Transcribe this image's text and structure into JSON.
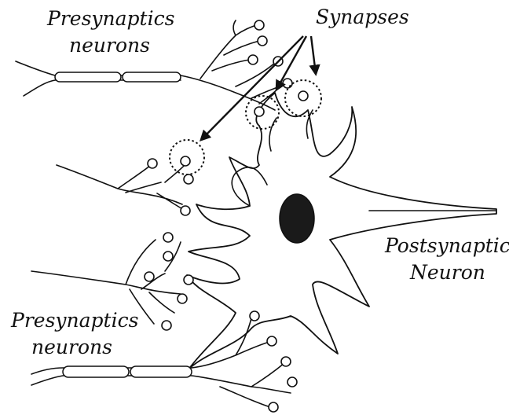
{
  "labels": {
    "presynaptic_top_line1": "Presynaptics",
    "presynaptic_top_line2": "neurons",
    "synapses": "Synapses",
    "postsynaptic_line1": "Postsynaptic",
    "postsynaptic_line2": "Neuron",
    "presynaptic_bottom_line1": "Presynaptics",
    "presynaptic_bottom_line2": "neurons"
  },
  "colors": {
    "ink": "#111111",
    "nucleus": "#1a1a1a",
    "background": "#ffffff"
  }
}
